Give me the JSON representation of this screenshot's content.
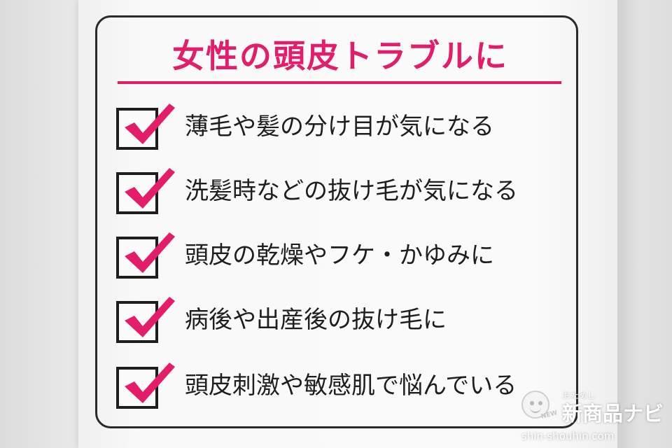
{
  "title": "女性の頭皮トラブルに",
  "colors": {
    "accent": "#e41d6b",
    "text": "#1e1e1e",
    "border": "#2a2a2a"
  },
  "items": [
    {
      "label": "薄毛や髪の分け目が気になる",
      "checked": true
    },
    {
      "label": "洗髪時などの抜け毛が気になる",
      "checked": true
    },
    {
      "label": "頭皮の乾燥やフケ・かゆみに",
      "checked": true
    },
    {
      "label": "病後や出産後の抜け毛に",
      "checked": true
    },
    {
      "label": "頭皮刺激や敏感肌で悩んでいる",
      "checked": true
    }
  ],
  "watermark": {
    "small_text": "おためし",
    "brand": "新商品ナビ",
    "url": "shin-shouhin.com",
    "badge": "NEW",
    "icon": "smiley-face-icon"
  }
}
